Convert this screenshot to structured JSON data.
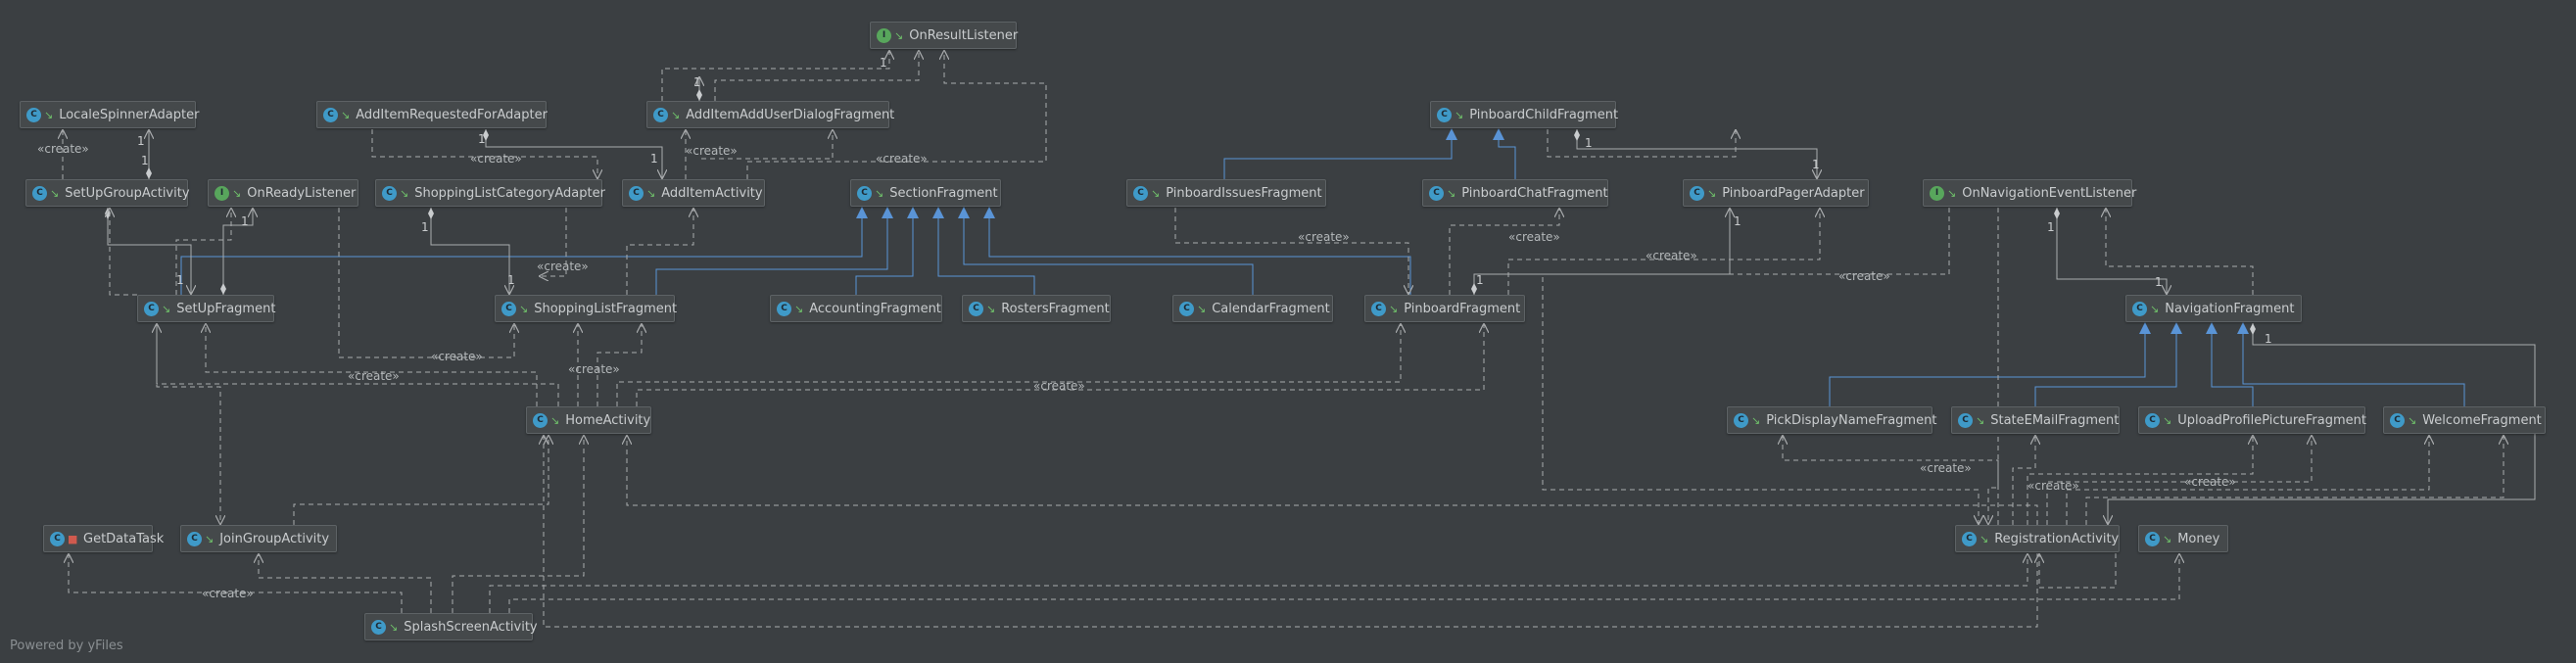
{
  "footer": "Powered by yFiles",
  "colors": {
    "background": "#3b3f42",
    "node": "#45494b",
    "edge": "#a9acae",
    "inheritance": "#5a94d6",
    "class_icon": "#3f9ac8",
    "interface_icon": "#58a65c"
  },
  "create_label": "«create»",
  "multiplicity": "1",
  "nodes": {
    "OnResultListener": {
      "label": "OnResultListener",
      "kind": "interface"
    },
    "LocaleSpinnerAdapter": {
      "label": "LocaleSpinnerAdapter",
      "kind": "class"
    },
    "AddItemRequestedForAdapter": {
      "label": "AddItemRequestedForAdapter",
      "kind": "class"
    },
    "AddItemAddUserDialogFragment": {
      "label": "AddItemAddUserDialogFragment",
      "kind": "class"
    },
    "PinboardChildFragment": {
      "label": "PinboardChildFragment",
      "kind": "class"
    },
    "SetUpGroupActivity": {
      "label": "SetUpGroupActivity",
      "kind": "class"
    },
    "OnReadyListener": {
      "label": "OnReadyListener",
      "kind": "interface"
    },
    "ShoppingListCategoryAdapter": {
      "label": "ShoppingListCategoryAdapter",
      "kind": "class"
    },
    "AddItemActivity": {
      "label": "AddItemActivity",
      "kind": "class"
    },
    "SectionFragment": {
      "label": "SectionFragment",
      "kind": "class"
    },
    "PinboardIssuesFragment": {
      "label": "PinboardIssuesFragment",
      "kind": "class"
    },
    "PinboardChatFragment": {
      "label": "PinboardChatFragment",
      "kind": "class"
    },
    "PinboardPagerAdapter": {
      "label": "PinboardPagerAdapter",
      "kind": "class"
    },
    "OnNavigationEventListener": {
      "label": "OnNavigationEventListener",
      "kind": "interface"
    },
    "SetUpFragment": {
      "label": "SetUpFragment",
      "kind": "class"
    },
    "ShoppingListFragment": {
      "label": "ShoppingListFragment",
      "kind": "class"
    },
    "AccountingFragment": {
      "label": "AccountingFragment",
      "kind": "class"
    },
    "RostersFragment": {
      "label": "RostersFragment",
      "kind": "class"
    },
    "CalendarFragment": {
      "label": "CalendarFragment",
      "kind": "class"
    },
    "PinboardFragment": {
      "label": "PinboardFragment",
      "kind": "class"
    },
    "NavigationFragment": {
      "label": "NavigationFragment",
      "kind": "class"
    },
    "HomeActivity": {
      "label": "HomeActivity",
      "kind": "class"
    },
    "PickDisplayNameFragment": {
      "label": "PickDisplayNameFragment",
      "kind": "class"
    },
    "StateEMailFragment": {
      "label": "StateEMailFragment",
      "kind": "class"
    },
    "UploadProfilePictureFragment": {
      "label": "UploadProfilePictureFragment",
      "kind": "class"
    },
    "WelcomeFragment": {
      "label": "WelcomeFragment",
      "kind": "class"
    },
    "GetDataTask": {
      "label": "GetDataTask",
      "kind": "task"
    },
    "JoinGroupActivity": {
      "label": "JoinGroupActivity",
      "kind": "class"
    },
    "RegistrationActivity": {
      "label": "RegistrationActivity",
      "kind": "class"
    },
    "Money": {
      "label": "Money",
      "kind": "class"
    },
    "SplashScreenActivity": {
      "label": "SplashScreenActivity",
      "kind": "class"
    }
  }
}
